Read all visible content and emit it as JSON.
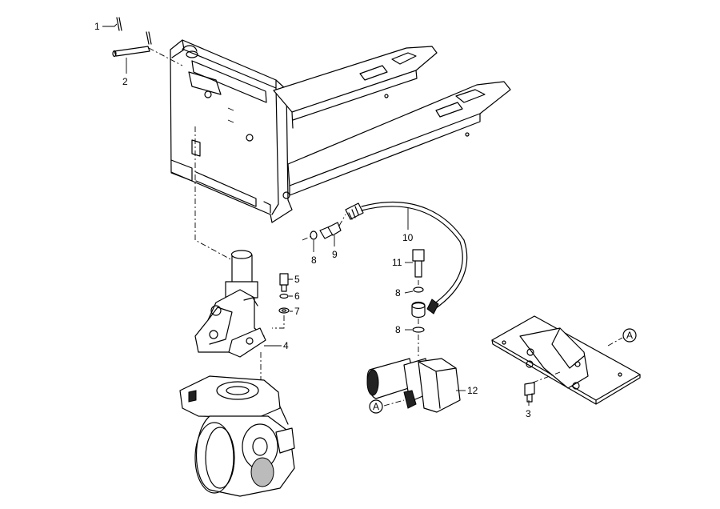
{
  "diagram": {
    "title": "Exploded parts view - pallet truck chassis, steering column, drive wheel, pump motor and mounting plate",
    "callouts": [
      {
        "id": "c1",
        "label": "1"
      },
      {
        "id": "c2",
        "label": "2"
      },
      {
        "id": "c3",
        "label": "3"
      },
      {
        "id": "c4",
        "label": "4"
      },
      {
        "id": "c5",
        "label": "5"
      },
      {
        "id": "c6",
        "label": "6"
      },
      {
        "id": "c7",
        "label": "7"
      },
      {
        "id": "c8a",
        "label": "8"
      },
      {
        "id": "c9",
        "label": "9"
      },
      {
        "id": "c10",
        "label": "10"
      },
      {
        "id": "c11",
        "label": "11"
      },
      {
        "id": "c8b",
        "label": "8"
      },
      {
        "id": "c8c",
        "label": "8"
      },
      {
        "id": "c12",
        "label": "12"
      }
    ],
    "references": [
      {
        "id": "refA1",
        "label": "A"
      },
      {
        "id": "refA2",
        "label": "A"
      }
    ]
  }
}
